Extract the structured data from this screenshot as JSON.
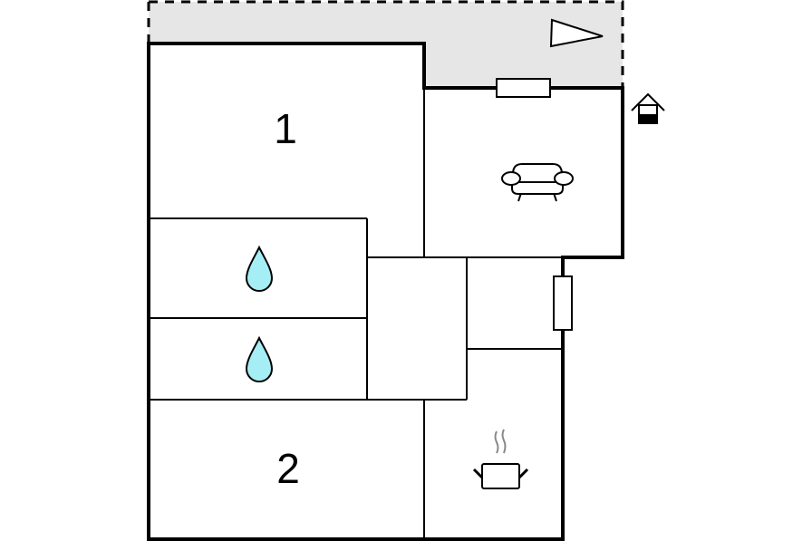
{
  "rooms": [
    {
      "label": "1",
      "type": "bedroom"
    },
    {
      "label": "2",
      "type": "bedroom"
    },
    {
      "type": "bathroom",
      "icon": "water-drop-icon"
    },
    {
      "type": "bathroom",
      "icon": "water-drop-icon"
    },
    {
      "type": "living-room",
      "icon": "sofa-icon"
    },
    {
      "type": "kitchen",
      "icon": "cooking-pot-icon"
    }
  ],
  "colors": {
    "terrace": "#e6e6e6",
    "water": "#a6eef5",
    "walls": "#000000"
  },
  "icons": [
    "north-arrow-icon",
    "house-entrance-icon",
    "window-icon"
  ]
}
